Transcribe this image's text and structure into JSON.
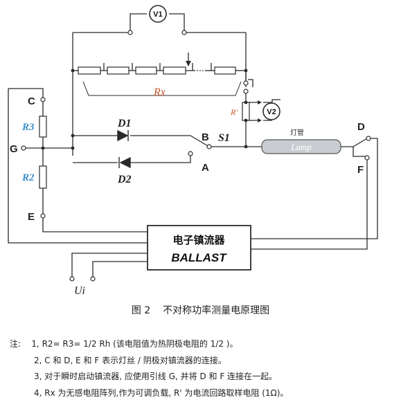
{
  "labels": {
    "C": "C",
    "G": "G",
    "E": "E",
    "B": "B",
    "A": "A",
    "D": "D",
    "F": "F",
    "R3": "R3",
    "R2": "R2",
    "D1": "D1",
    "D2": "D2",
    "S1": "S1",
    "Rx": "Rx",
    "Rprime": "R'",
    "V1": "V1",
    "V2": "V2",
    "lamp_cn": "灯管",
    "lamp_en": "Lamp",
    "ballast_cn": "电子镇流器",
    "ballast_en": "BALLAST",
    "Ui": "Ui"
  },
  "caption": {
    "figure_no": "图 2",
    "title": "不对称功率测量电原理图"
  },
  "notes": {
    "prefix": "注:",
    "items": [
      "1, R2= R3= 1/2 Rh (该电阻值为热阴极电阻的 1/2 )。",
      "2, C 和 D, E 和 F 表示灯丝 / 阴极对镇流器的连接。",
      "3, 对于瞬时启动镇流器, 应使用引线 G, 并将 D 和 F 连接在一起。",
      "4, Rx 为无感电阻阵列,作为可调负载, R' 为电流回路取样电阻 (1Ω)。"
    ]
  },
  "colors": {
    "wire": "#2a2a2a",
    "label_blue": "#3b8fc6",
    "label_red": "#c8522a",
    "lamp_fill": "#c9cdd2"
  }
}
